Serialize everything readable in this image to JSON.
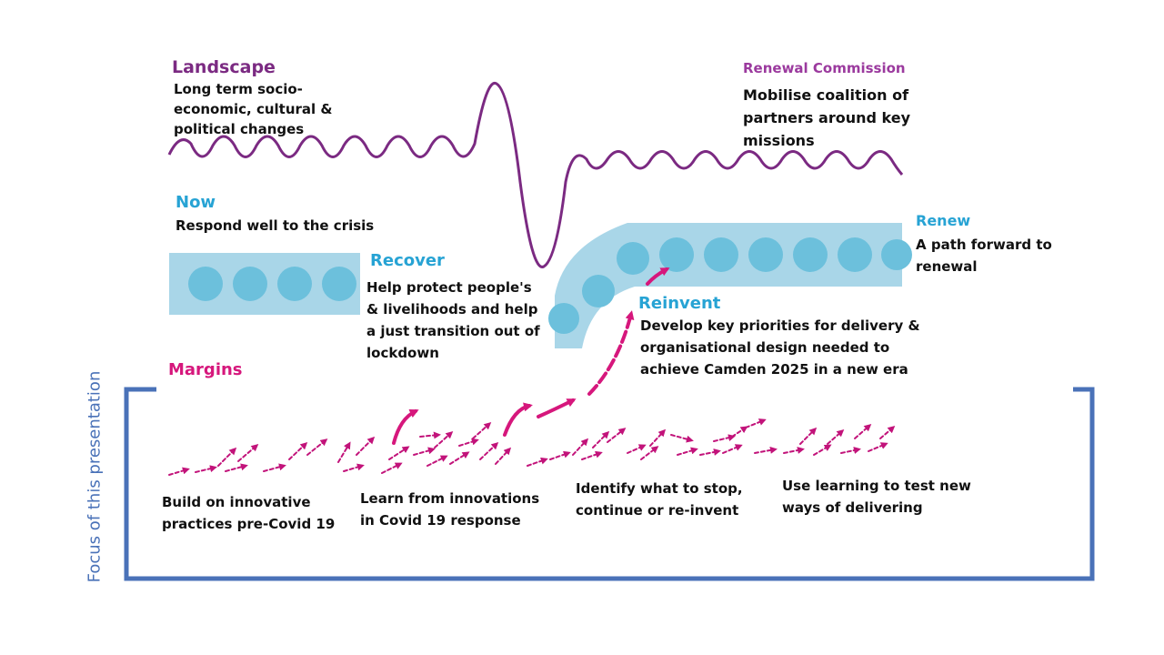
{
  "landscape": {
    "title": "Landscape",
    "body": [
      "Long term socio-",
      "economic, cultural &",
      "political changes"
    ]
  },
  "renewal_commission": {
    "title": "Renewal Commission",
    "body": [
      "Mobilise coalition of",
      "partners around key",
      "missions"
    ]
  },
  "now": {
    "title": "Now",
    "body": "Respond well to the crisis"
  },
  "recover": {
    "title": "Recover",
    "body": [
      "Help protect people's",
      "& livelihoods and help",
      "a just transition out of",
      "lockdown"
    ]
  },
  "renew": {
    "title": "Renew",
    "body": [
      "A path forward to",
      "renewal"
    ]
  },
  "reinvent": {
    "title": "Reinvent",
    "body": [
      "Develop key priorities for delivery &",
      "organisational design needed to",
      "achieve Camden 2025 in a new era"
    ]
  },
  "margins": {
    "title": "Margins",
    "steps": [
      [
        "Build on innovative",
        "practices pre-Covid 19"
      ],
      [
        "Learn from innovations",
        "in Covid 19 response"
      ],
      [
        "Identify what to stop,",
        "continue or re-invent"
      ],
      [
        "Use learning to test new",
        "ways of delivering"
      ]
    ]
  },
  "focus_label": "Focus of this presentation",
  "colors": {
    "landscape_purple": "#7b2a82",
    "regime_blue": "#a9d6e8",
    "circle_blue": "#6cc0dc",
    "heading_blue": "#27a3d4",
    "margins_pink": "#d6177c",
    "bracket_blue": "#4a72b8"
  }
}
